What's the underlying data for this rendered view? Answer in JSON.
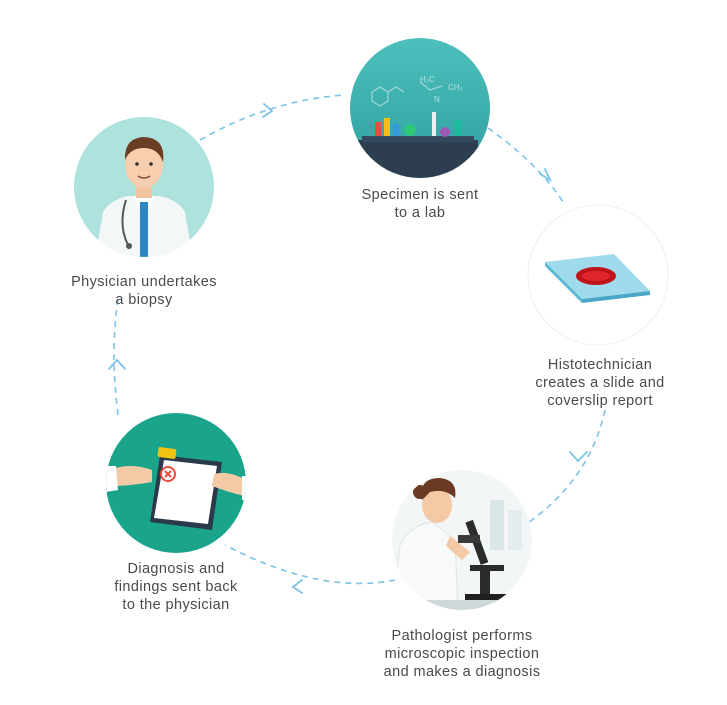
{
  "steps": [
    {
      "id": "physician",
      "icon": "physician-icon",
      "lines": [
        "Physician undertakes",
        "a biopsy"
      ]
    },
    {
      "id": "lab",
      "icon": "lab-equipment-icon",
      "lines": [
        "Specimen is sent",
        "to a lab"
      ]
    },
    {
      "id": "slide",
      "icon": "glass-slide-icon",
      "lines": [
        "Histotechnician",
        "creates a slide and",
        "coverslip report"
      ]
    },
    {
      "id": "pathologist",
      "icon": "pathologist-microscope-icon",
      "lines": [
        "Pathologist performs",
        "microscopic inspection",
        "and makes a diagnosis"
      ]
    },
    {
      "id": "diagnosis",
      "icon": "clipboard-report-icon",
      "lines": [
        "Diagnosis and",
        "findings sent back",
        "to the physician"
      ]
    }
  ],
  "colors": {
    "arrow": "#7cc4e6",
    "teal": "#1aa58a",
    "teal_light": "#aee2dc",
    "teal_dark": "#3fb2ad",
    "text": "#4a4a4a"
  }
}
